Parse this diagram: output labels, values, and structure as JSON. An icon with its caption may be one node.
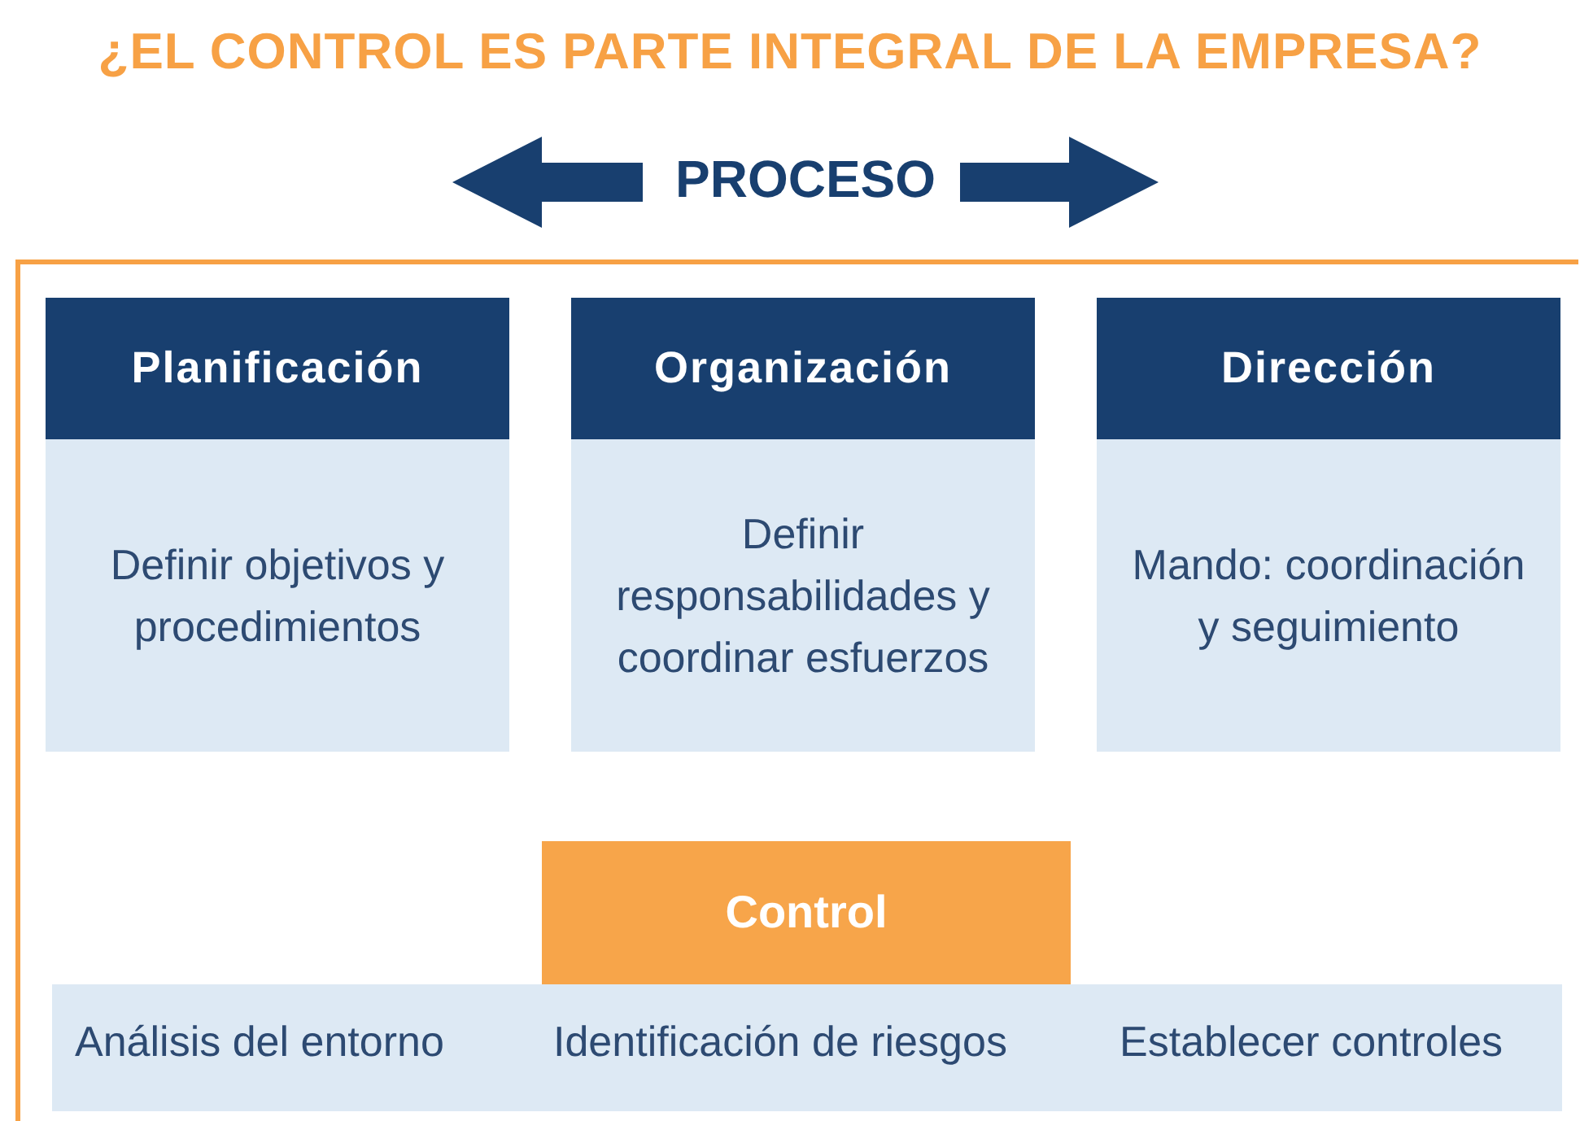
{
  "diagram": {
    "title": "¿EL CONTROL ES PARTE INTEGRAL DE LA EMPRESA?",
    "nodes": [
      {
        "text": [
          "Planificación",
          "Definir objetivos y procedimientos"
        ]
      },
      {
        "text": [
          "Organización",
          "Definir responsabilidades y coordinar esfuerzos"
        ]
      },
      {
        "text": [
          "Dirección",
          "Mando: coordinación y seguimiento"
        ]
      },
      {
        "text": [
          "Control"
        ]
      },
      {
        "text": [
          "Análisis del entorno",
          "Identificación de riesgos",
          "Establecer controles"
        ]
      }
    ],
    "edges": [],
    "labels": [
      "PROCESO"
    ]
  }
}
